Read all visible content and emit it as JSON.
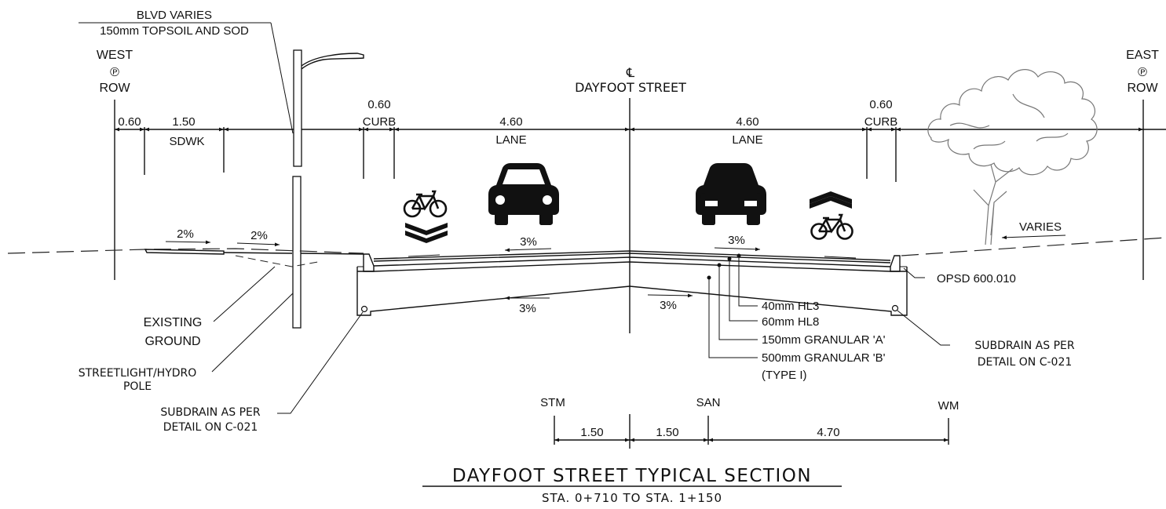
{
  "title": "DAYFOOT STREET TYPICAL SECTION",
  "subtitle": "STA. 0+710 TO STA. 1+150",
  "street_label": "DAYFOOT STREET",
  "centerline_symbol": "℄",
  "row_west": {
    "direction": "WEST",
    "symbol": "℗",
    "label": "ROW"
  },
  "row_east": {
    "direction": "EAST",
    "symbol": "℗",
    "label": "ROW"
  },
  "blvd": {
    "line1": "BLVD VARIES",
    "line2": "150mm TOPSOIL AND SOD"
  },
  "dimensions_top": [
    {
      "value": "0.60",
      "label": ""
    },
    {
      "value": "1.50",
      "label": "SDWK"
    },
    {
      "value": "0.60",
      "label": "CURB"
    },
    {
      "value": "4.60",
      "label": "LANE"
    },
    {
      "value": "4.60",
      "label": "LANE"
    },
    {
      "value": "0.60",
      "label": "CURB"
    }
  ],
  "slopes": {
    "blvd_left": "2%",
    "blvd_right": "2%",
    "surface_left": "3%",
    "surface_right": "3%",
    "subgrade_left": "3%",
    "subgrade_right": "3%",
    "east_blvd": "VARIES"
  },
  "callouts": {
    "existing_ground": [
      "EXISTING",
      "GROUND"
    ],
    "streetlight": [
      "STREETLIGHT/HYDRO",
      "POLE"
    ],
    "subdrain_left": [
      "SUBDRAIN AS PER",
      "DETAIL ON C-021"
    ],
    "subdrain_right": [
      "SUBDRAIN AS PER",
      "DETAIL ON C-021"
    ],
    "opsd": "OPSD 600.010"
  },
  "pavement_layers": [
    "40mm HL3",
    "60mm HL8",
    "150mm GRANULAR 'A'",
    "500mm GRANULAR 'B'",
    "(TYPE I)"
  ],
  "utilities": {
    "labels": [
      "STM",
      "SAN",
      "WM"
    ],
    "spacings": [
      "1.50",
      "1.50",
      "4.70"
    ]
  },
  "icons": [
    "bicycle-icon",
    "car-icon",
    "sharrow-chevron-icon",
    "tree-icon",
    "streetlight-icon"
  ]
}
